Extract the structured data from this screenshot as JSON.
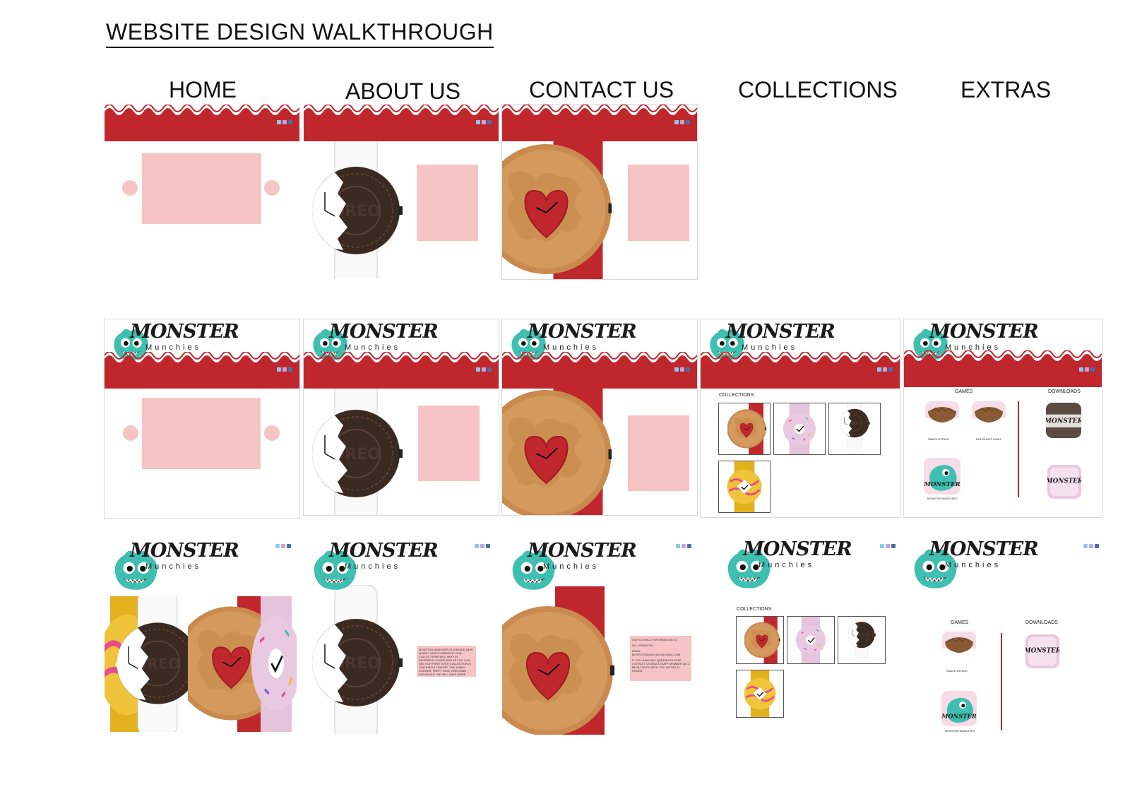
{
  "page": {
    "title": "WEBSITE DESIGN WALKTHROUGH",
    "columns": [
      "HOME",
      "ABOUT US",
      "CONTACT US",
      "COLLECTIONS",
      "EXTRAS"
    ]
  },
  "brand": {
    "logo_word": "MONSTER",
    "logo_sub": "Munchies",
    "accent_red": "#c0272d",
    "placeholder_pink": "#f7c4c6",
    "monster_teal": "#3fbfb0",
    "biscuit_tan": "#d4995c",
    "oreo_brown": "#3b2a22"
  },
  "icons": [
    "twitter-icon",
    "instagram-icon",
    "facebook-icon"
  ],
  "collections": {
    "label": "COLLECTIONS",
    "items": [
      "jammy-dodger-watch",
      "pink-doughnut-watch",
      "oreo-watch",
      "party-ring-watch"
    ]
  },
  "extras": {
    "games_label": "GAMES",
    "downloads_label": "DOWNLOADS",
    "games": [
      "SNACK ATTACK",
      "DOUGHNUT DASH",
      "MONSTER MUNCHIES"
    ]
  },
  "about_text": "MONSTER MUNCHIES IS A BRAND NEW QUIRKY WATCH WEBSITE. OUR COLLECTIONS WILL VARY IN DIFFERENT FOODS AND AS YOU CAN SEE OUR FIRST EVER COLLECTION IS OUR BISCUIT RANGE. THE JAMMY DODGER, PARTY RING, OREO AND DOUGHNUT. WE WILL HAVE MORE FOODS IN THE FUTURE.",
  "contact": {
    "heading": "OUR CONTACT INFORMATION IS:",
    "phone": "NO: 0780567321",
    "email": "EMAIL: MONSTERMUNCHIES@GMAIL.COM",
    "note": "IF YOU HAVE ANY QUERIES PLEASE CONTACT US AND A STAFF MEMBER WILL BE IN TOUCH WITH YOU WITHIN 24 HOURS."
  }
}
